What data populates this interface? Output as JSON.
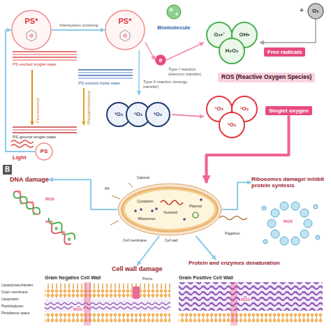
{
  "diagram": {
    "nodes": [
      {
        "text": [
          "PS*"
        ]
      },
      {
        "text": [
          "PS*"
        ]
      },
      {
        "text": [
          "Biomolecule"
        ]
      },
      {
        "text": [
          "O₂"
        ]
      },
      {
        "text": [
          "e"
        ]
      },
      {
        "text": [
          "O₂•⁻",
          "OH•",
          "H₂O₂"
        ]
      },
      {
        "text": [
          "Free radicals"
        ]
      },
      {
        "text": [
          "ROS (Reactive Oxygen Species)"
        ]
      },
      {
        "text": [
          "³O₂",
          "³O₂",
          "³O₂"
        ]
      },
      {
        "text": [
          "¹O₂",
          "¹O₂",
          "¹O₂"
        ]
      },
      {
        "text": [
          "Singlet oxygen"
        ]
      },
      {
        "text": [
          "PS"
        ]
      },
      {
        "text": [
          "DNA damage"
        ]
      },
      {
        "text": [
          "Cytoplasm",
          "Nucleoid",
          "Plasmid",
          "Ribosomes"
        ]
      },
      {
        "text": [
          "Ribosomes damage/ inhibit protein syntesis"
        ]
      },
      {
        "text": [
          "Protein and enzymes denaturation"
        ]
      },
      {
        "text": [
          "Cell wall damage"
        ]
      },
      {
        "text": [
          "Gram Negative Cell Wall"
        ]
      },
      {
        "text": [
          "Gram Positive Cell Wall"
        ]
      }
    ],
    "edges": [
      {
        "from": 11,
        "to": 0,
        "arrow": "to"
      },
      {
        "from": 0,
        "to": 1,
        "label": "Intersystem crossing",
        "arrow": "to"
      },
      {
        "from": 1,
        "to": 4,
        "arrow": "to"
      },
      {
        "from": 4,
        "to": 5,
        "label": "Type I reaction (electron transfer)",
        "arrow": "to"
      },
      {
        "from": 3,
        "to": 5,
        "arrow": "to"
      },
      {
        "from": 1,
        "to": 8,
        "label": "Type II reaction (energy transfer)",
        "arrow": "to"
      },
      {
        "from": 8,
        "to": 9,
        "arrow": "to"
      },
      {
        "from": 10,
        "to": 13,
        "arrow": "to"
      },
      {
        "from": 13,
        "to": 12,
        "arrow": "to"
      },
      {
        "from": 13,
        "to": 14,
        "arrow": "to"
      },
      {
        "from": 13,
        "to": 15,
        "arrow": "to"
      },
      {
        "from": 13,
        "to": 16,
        "arrow": "to"
      }
    ],
    "labels": [
      "PS excited singlet state",
      "Fluorescence",
      "PS excited triplet state",
      "Phosphorescence",
      "PS ground singlet state",
      "Light",
      "+",
      "B",
      "ROS",
      "Pili",
      "Capsule",
      "Flagellum",
      "Cell membrane",
      "Cell wall",
      "ROS",
      "Lipopolysaccharides",
      "Outer membrane",
      "Lipoprotein",
      "Peptidoglycan",
      "Periplasmic space",
      "Porins",
      "ROS",
      "ROS"
    ]
  }
}
